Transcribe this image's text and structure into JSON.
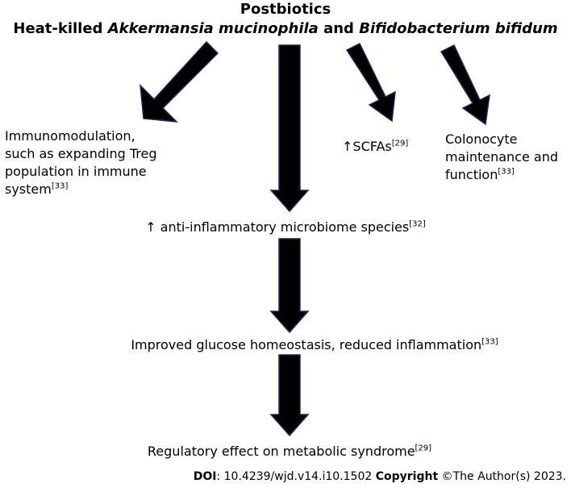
{
  "header": {
    "title": "Postbiotics",
    "subtitle": {
      "prefix": "Heat-killed ",
      "species1": "Akkermansia mucinophila",
      "connector": " and ",
      "species2": "Bifidobacterium bifidum"
    }
  },
  "nodes": {
    "immunomodulation": {
      "lines": [
        "Immunomodulation,",
        "such as expanding Treg",
        "population in immune",
        "system"
      ],
      "ref": "[33]"
    },
    "scfas": {
      "text": "↑SCFAs",
      "ref": "[29]"
    },
    "colonocyte": {
      "lines": [
        "Colonocyte",
        "maintenance and",
        "function"
      ],
      "ref": "[33]"
    },
    "anti_inflammatory": {
      "text": "↑ anti-inflammatory microbiome species",
      "ref": "[32]"
    },
    "glucose": {
      "text": "Improved glucose homeostasis, reduced inflammation",
      "ref": "[33]"
    },
    "regulatory": {
      "text": "Regulatory effect on metabolic syndrome",
      "ref": "[29]"
    }
  },
  "footer": {
    "doi_label": "DOI",
    "doi_value": ": 10.4239/wjd.v14.i10.1502",
    "copyright_label": "Copyright",
    "copyright_value": " ©The Author(s) 2023."
  },
  "colors": {
    "arrow_fill": "#000000",
    "arrow_stroke": "#1f2a5a"
  }
}
